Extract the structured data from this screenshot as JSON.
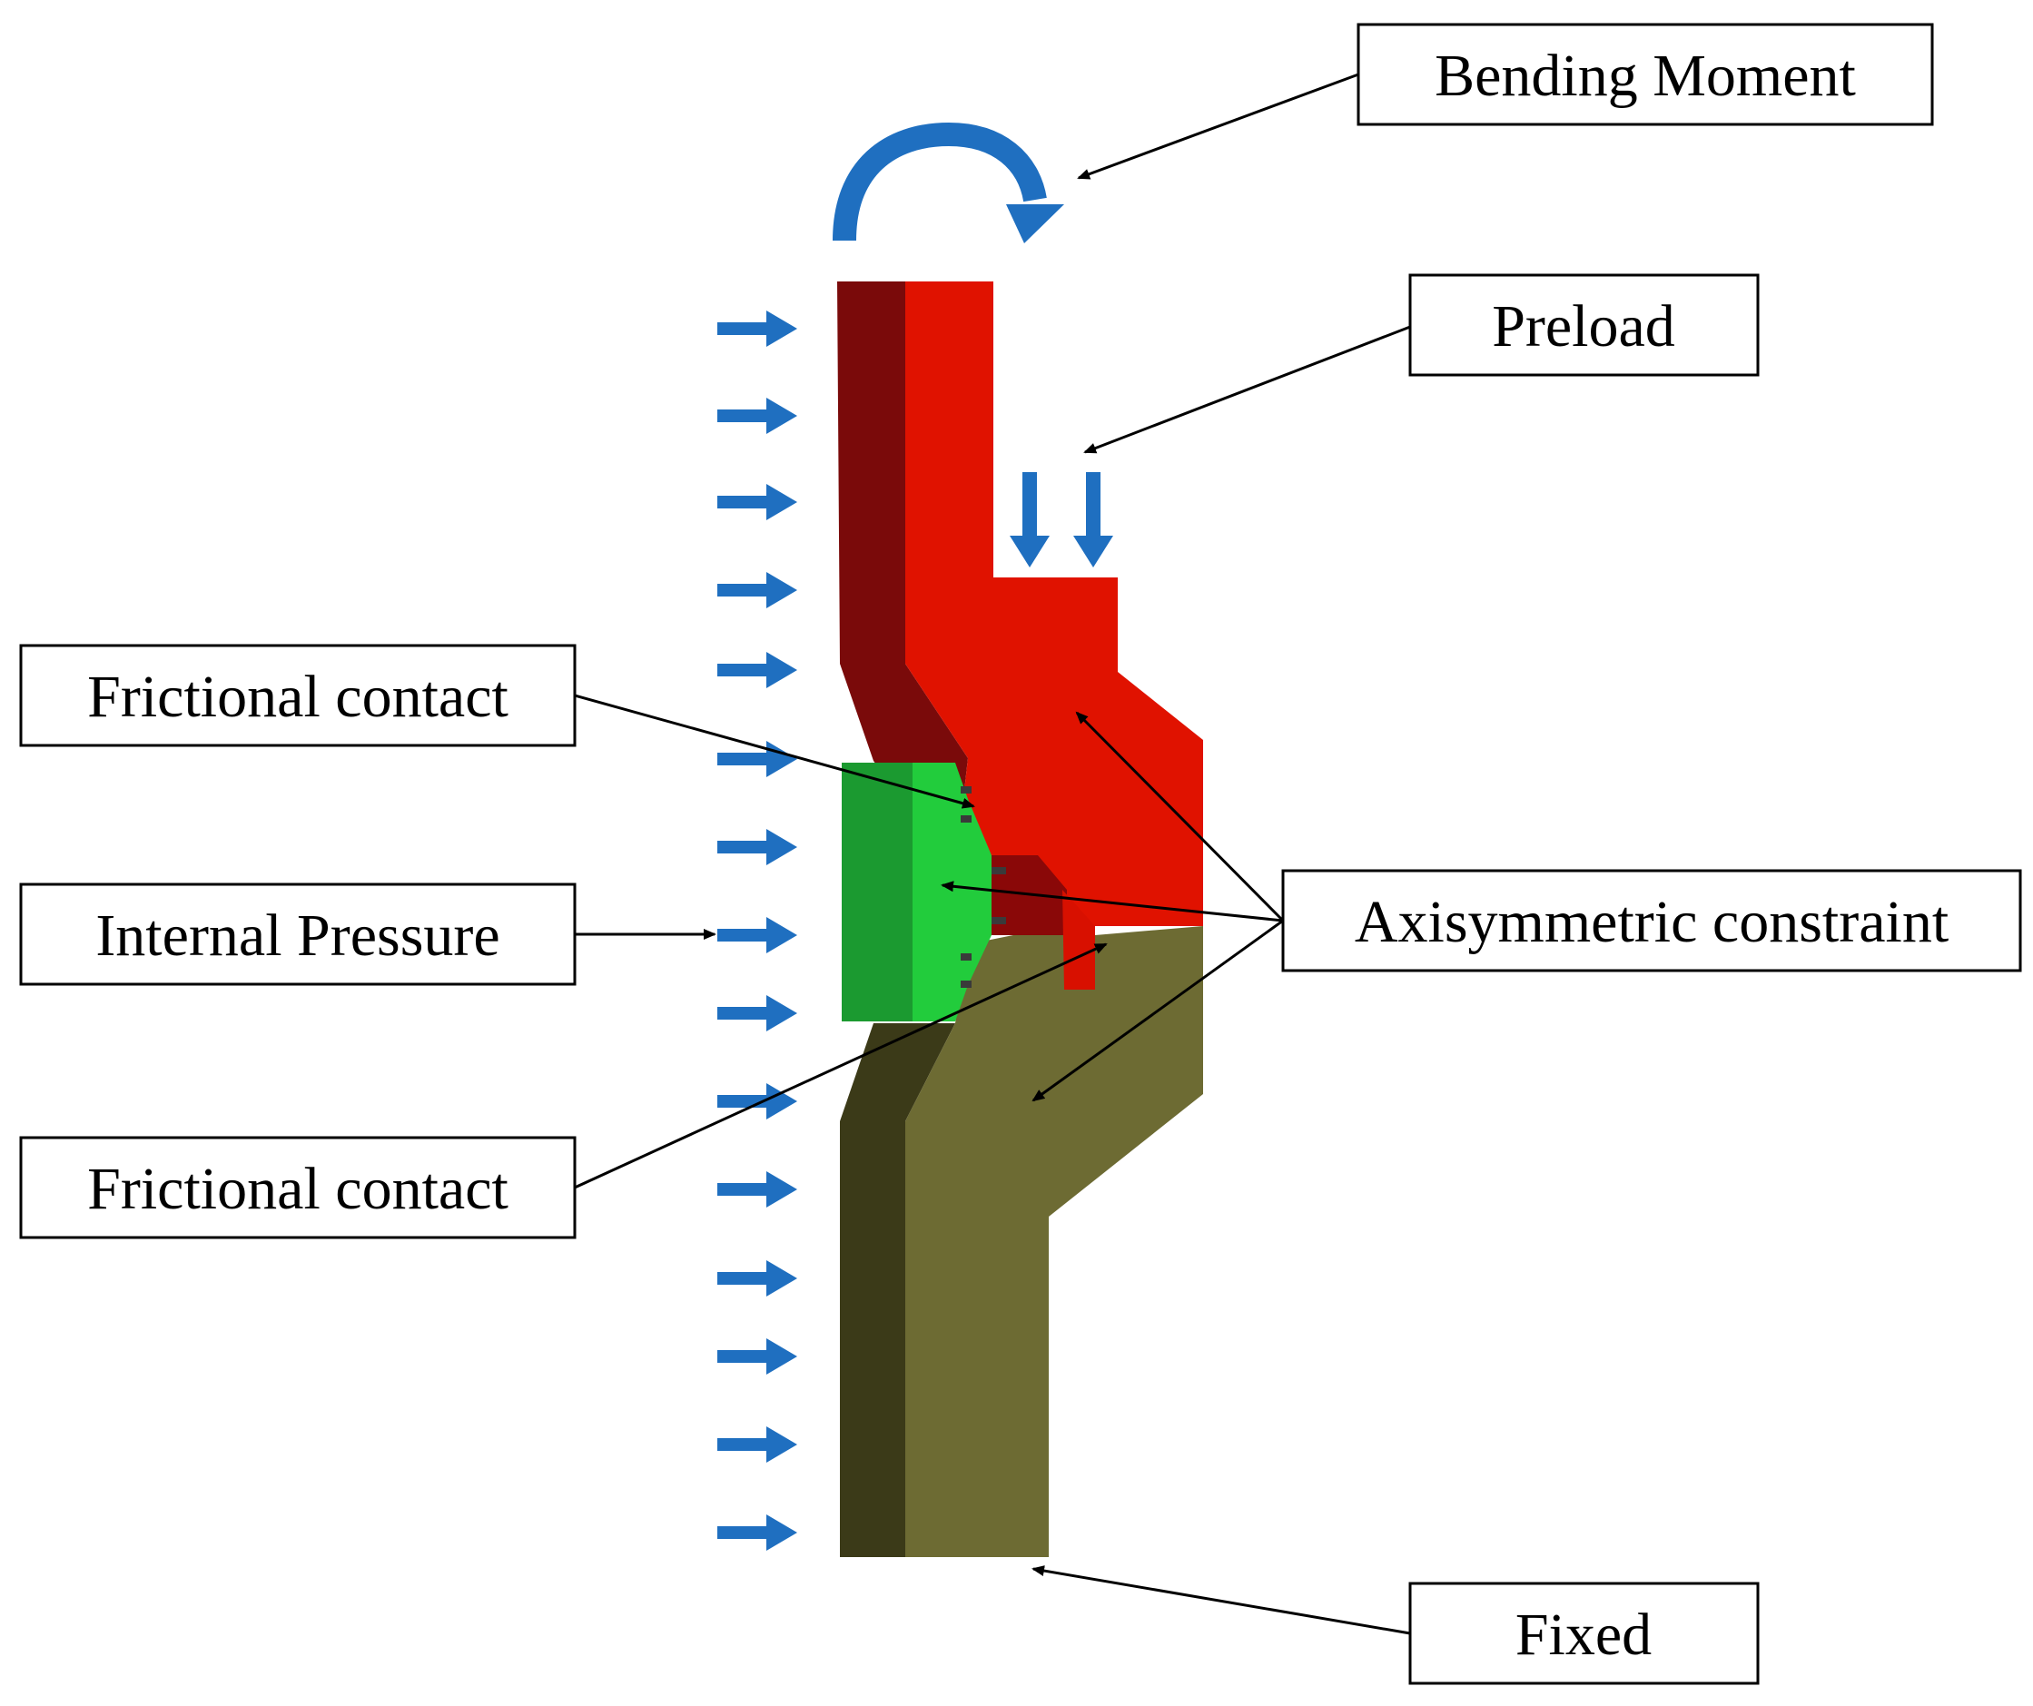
{
  "labels": {
    "bending_moment": "Bending Moment",
    "preload": "Preload",
    "frictional_contact_top": "Frictional contact",
    "internal_pressure": "Internal Pressure",
    "axisymmetric_constraint": "Axisymmetric constraint",
    "frictional_contact_bottom": "Frictional contact",
    "fixed": "Fixed"
  },
  "colors": {
    "upper_hub_dark": "#7a0a0a",
    "upper_hub": "#e01200",
    "lower_hub_dark": "#3b3a18",
    "lower_hub": "#6d6b33",
    "seal_ring_dark": "#1b9a30",
    "seal_ring": "#22cc3c",
    "clamp_dark": "#8a0808",
    "clamp": "#d81000",
    "load_arrow": "#1f6fc0",
    "leader_line": "#000000"
  },
  "icons": {
    "bending_moment": "curved-arrow-icon",
    "preload": "down-arrow-icon",
    "internal_pressure": "right-arrow-icon"
  }
}
